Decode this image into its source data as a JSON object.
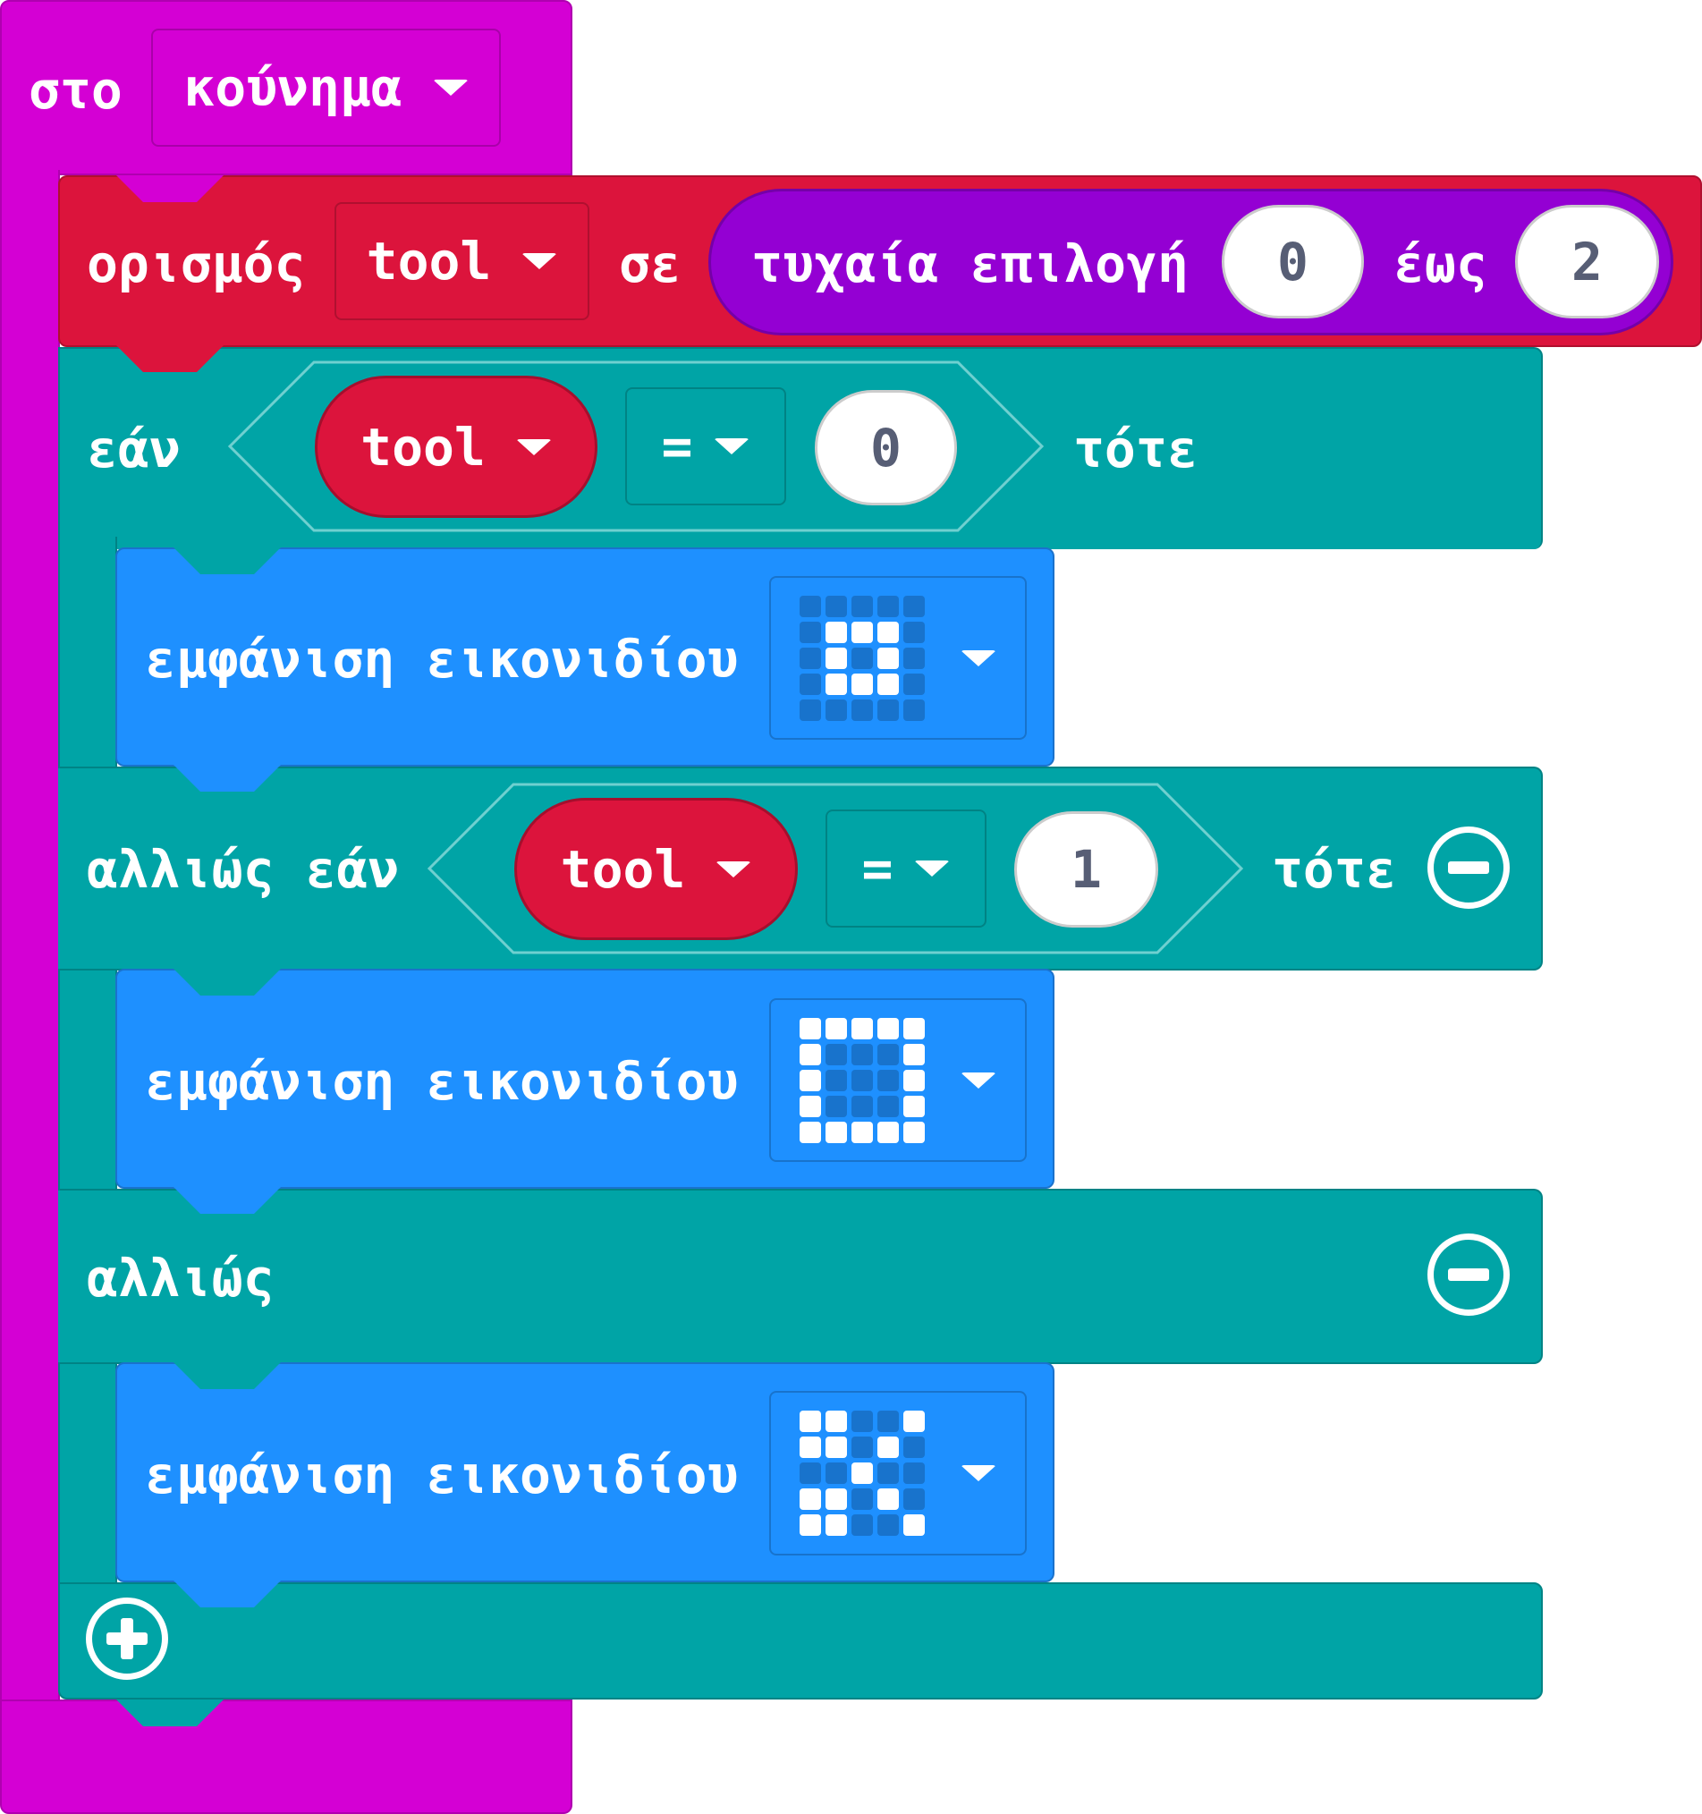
{
  "event_block": {
    "prefix": "στο",
    "event": "κούνημα"
  },
  "set_block": {
    "label": "ορισμός",
    "variable": "tool",
    "to_label": "σε",
    "random": {
      "label": "τυχαία επιλογή",
      "from": "0",
      "to_label": "έως",
      "to": "2"
    }
  },
  "if_block": {
    "if_label": "εάν",
    "then_label": "τότε",
    "elseif_label": "αλλιώς εάν",
    "else_label": "αλλιώς",
    "cond1": {
      "variable": "tool",
      "op": "=",
      "value": "0"
    },
    "cond2": {
      "variable": "tool",
      "op": "=",
      "value": "1"
    },
    "show_label": "εμφάνιση εικονιδίου",
    "icons": [
      [
        [
          0,
          0,
          0,
          0,
          0
        ],
        [
          0,
          1,
          1,
          1,
          0
        ],
        [
          0,
          1,
          0,
          1,
          0
        ],
        [
          0,
          1,
          1,
          1,
          0
        ],
        [
          0,
          0,
          0,
          0,
          0
        ]
      ],
      [
        [
          1,
          1,
          1,
          1,
          1
        ],
        [
          1,
          0,
          0,
          0,
          1
        ],
        [
          1,
          0,
          0,
          0,
          1
        ],
        [
          1,
          0,
          0,
          0,
          1
        ],
        [
          1,
          1,
          1,
          1,
          1
        ]
      ],
      [
        [
          1,
          1,
          0,
          0,
          1
        ],
        [
          1,
          1,
          0,
          1,
          0
        ],
        [
          0,
          0,
          1,
          0,
          0
        ],
        [
          1,
          1,
          0,
          1,
          0
        ],
        [
          1,
          1,
          0,
          0,
          1
        ]
      ]
    ]
  },
  "colors": {
    "events": "#D400D4",
    "variables": "#DC143C",
    "math": "#9400D3",
    "logic": "#00A4A6",
    "basic": "#1E90FF"
  }
}
